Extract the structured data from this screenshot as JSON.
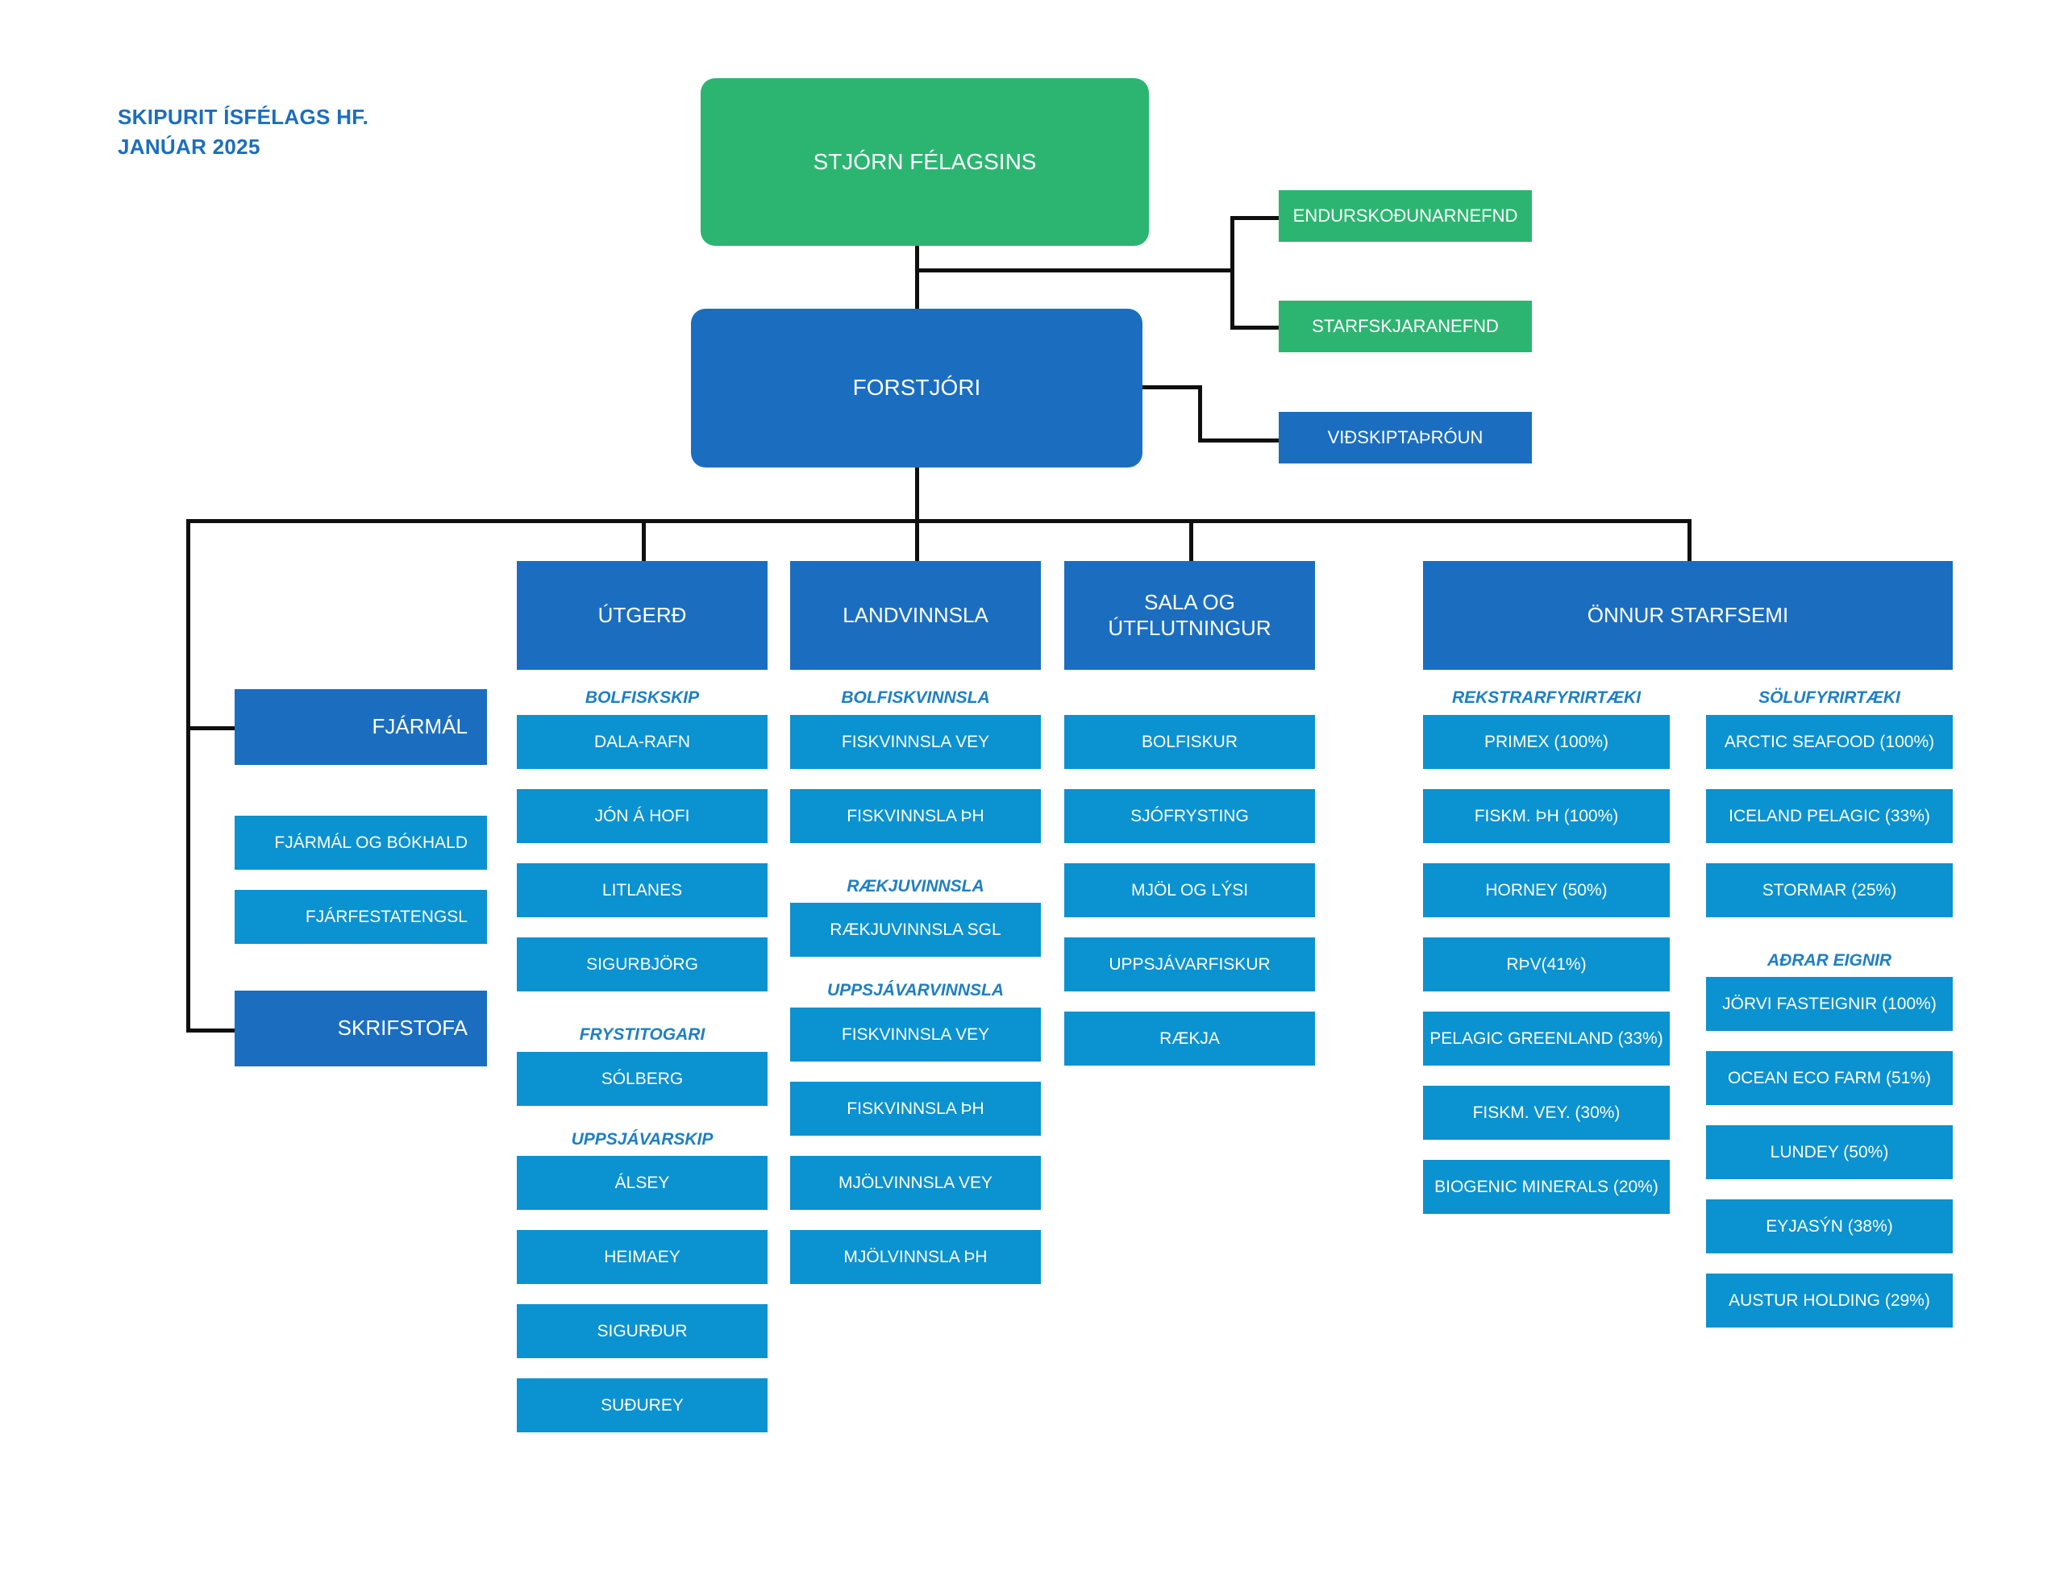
{
  "title": {
    "line1": "SKIPURIT ÍSFÉLAGS HF.",
    "line2": "JANÚAR 2025"
  },
  "colors": {
    "green": "#2CB571",
    "dark_blue": "#1B6EBF",
    "light_blue": "#0B92D0",
    "title_blue": "#1B6EBF",
    "caption_blue": "#1E7FC4",
    "line": "#0F0F0F",
    "background": "#FFFFFF"
  },
  "executive": {
    "board": "STJÓRN FÉLAGSINS",
    "ceo": "FORSTJÓRI"
  },
  "committees": [
    {
      "label": "ENDURSKOÐUNARNEFND",
      "color": "green"
    },
    {
      "label": "STARFSKJARANEFND",
      "color": "green"
    },
    {
      "label": "VIÐSKIPTAÞRÓUN",
      "color": "dark_blue"
    }
  ],
  "side_column": {
    "units": [
      {
        "header": "FJÁRMÁL",
        "items": [
          "FJÁRMÁL OG BÓKHALD",
          "FJÁRFESTATENGSL"
        ]
      },
      {
        "header": "SKRIFSTOFA",
        "items": []
      }
    ]
  },
  "divisions": [
    {
      "header": "ÚTGERÐ",
      "groups": [
        {
          "caption": "BOLFISKSKIP",
          "items": [
            "DALA-RAFN",
            "JÓN Á HOFI",
            "LITLANES",
            "SIGURBJÖRG"
          ]
        },
        {
          "caption": "FRYSTITOGARI",
          "items": [
            "SÓLBERG"
          ]
        },
        {
          "caption": "UPPSJÁVARSKIP",
          "items": [
            "ÁLSEY",
            "HEIMAEY",
            "SIGURÐUR",
            "SUÐUREY"
          ]
        }
      ]
    },
    {
      "header": "LANDVINNSLA",
      "groups": [
        {
          "caption": "BOLFISKVINNSLA",
          "items": [
            "FISKVINNSLA VEY",
            "FISKVINNSLA ÞH"
          ]
        },
        {
          "caption": "RÆKJUVINNSLA",
          "items": [
            "RÆKJUVINNSLA SGL"
          ]
        },
        {
          "caption": "UPPSJÁVARVINNSLA",
          "items": [
            "FISKVINNSLA VEY",
            "FISKVINNSLA ÞH",
            "MJÖLVINNSLA VEY",
            "MJÖLVINNSLA ÞH"
          ]
        }
      ]
    },
    {
      "header": "SALA OG ÚTFLUTNINGUR",
      "header_line1": "SALA OG",
      "header_line2": "ÚTFLUTNINGUR",
      "groups": [
        {
          "caption": "",
          "items": [
            "BOLFISKUR",
            "SJÓFRYSTING",
            "MJÖL OG LÝSI",
            "UPPSJÁVARFISKUR",
            "RÆKJA"
          ]
        }
      ]
    },
    {
      "header": "ÖNNUR STARFSEMI",
      "subcolumns": [
        {
          "groups": [
            {
              "caption": "REKSTRARFYRIRTÆKI",
              "items": [
                "PRIMEX (100%)",
                "FISKM. ÞH (100%)",
                "HORNEY (50%)",
                "RÞV(41%)",
                "PELAGIC GREENLAND (33%)",
                "FISKM. VEY. (30%)",
                "BIOGENIC MINERALS (20%)"
              ]
            }
          ]
        },
        {
          "groups": [
            {
              "caption": "SÖLUFYRIRTÆKI",
              "items": [
                "ARCTIC SEAFOOD (100%)",
                "ICELAND PELAGIC (33%)",
                "STORMAR (25%)"
              ]
            },
            {
              "caption": "AÐRAR EIGNIR",
              "items": [
                "JÖRVI FASTEIGNIR (100%)",
                "OCEAN ECO FARM (51%)",
                "LUNDEY (50%)",
                "EYJASÝN (38%)",
                "AUSTUR HOLDING (29%)"
              ]
            }
          ]
        }
      ]
    }
  ]
}
